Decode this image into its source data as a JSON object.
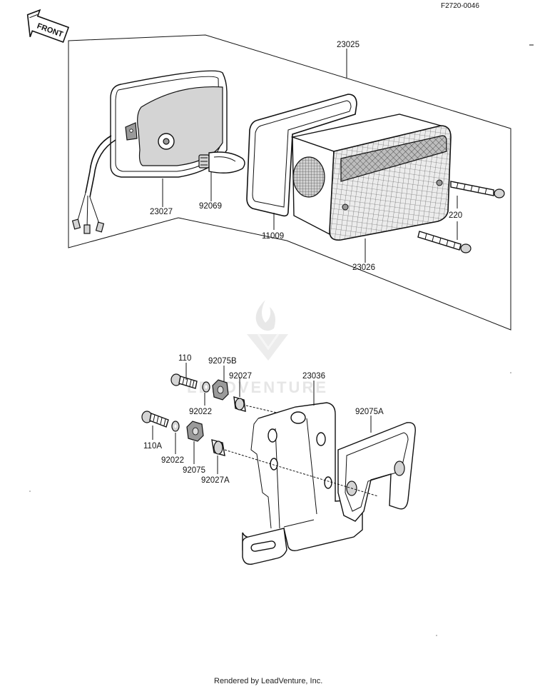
{
  "diagram": {
    "code": "F2720-0046",
    "front_label": "FRONT",
    "watermark": "LEADVENTURE",
    "footer": "Rendered by LeadVenture, Inc.",
    "parts": {
      "p23025": "23025",
      "p23027": "23027",
      "p92069": "92069",
      "p11009": "11009",
      "p23026": "23026",
      "p220": "220",
      "p110": "110",
      "p92075B": "92075B",
      "p92027": "92027",
      "p23036": "23036",
      "p92022a": "92022",
      "p110A": "110A",
      "p92022b": "92022",
      "p92075": "92075",
      "p92027A": "92027A",
      "p92075A": "92075A"
    }
  }
}
